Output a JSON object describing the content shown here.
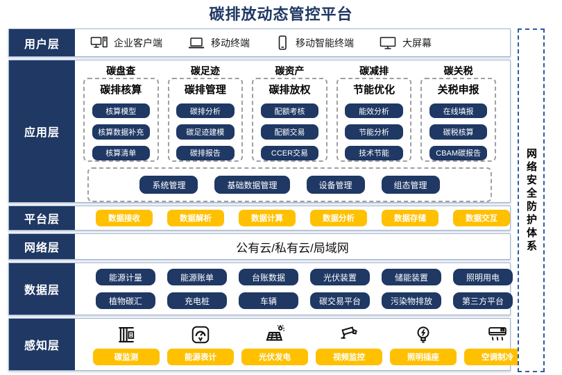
{
  "title": "碳排放动态管控平台",
  "colors": {
    "navy": "#1F3864",
    "gold": "#FFC000",
    "row_border": "#9FB4D2",
    "side_dash": "#2E5A9E"
  },
  "layers": {
    "user": {
      "label": "用户层",
      "items": [
        {
          "icon": "desktop-client-icon",
          "label": "企业客户端"
        },
        {
          "icon": "laptop-icon",
          "label": "移动终端"
        },
        {
          "icon": "smartphone-icon",
          "label": "移动智能终端"
        },
        {
          "icon": "big-screen-icon",
          "label": "大屏幕"
        }
      ]
    },
    "app": {
      "label": "应用层",
      "groups": [
        {
          "header": "碳盘查",
          "subheader": "碳排核算",
          "buttons": [
            "核算模型",
            "核算数据补充",
            "核算清单"
          ]
        },
        {
          "header": "碳足迹",
          "subheader": "碳排管理",
          "buttons": [
            "碳排分析",
            "碳足迹建模",
            "碳排报告"
          ]
        },
        {
          "header": "碳资产",
          "subheader": "碳排放权",
          "buttons": [
            "配额考核",
            "配额交易",
            "CCER交易"
          ]
        },
        {
          "header": "碳减排",
          "subheader": "节能优化",
          "buttons": [
            "能效分析",
            "节能分析",
            "技术节能"
          ]
        },
        {
          "header": "碳关税",
          "subheader": "关税申报",
          "buttons": [
            "在线填报",
            "碳税核算",
            "CBAM碳报告"
          ]
        }
      ],
      "common": [
        "系统管理",
        "基础数据管理",
        "设备管理",
        "组态管理"
      ]
    },
    "platform": {
      "label": "平台层",
      "buttons": [
        "数据接收",
        "数据解析",
        "数据计算",
        "数据分析",
        "数据存储",
        "数据交互"
      ]
    },
    "network": {
      "label": "网络层",
      "text": "公有云/私有云/局域网"
    },
    "data": {
      "label": "数据层",
      "rows": [
        [
          "能源计量",
          "能源账单",
          "台账数据",
          "光伏装置",
          "储能装置",
          "照明用电"
        ],
        [
          "植物碳汇",
          "充电桩",
          "车辆",
          "碳交易平台",
          "污染物排放",
          "第三方平台"
        ]
      ]
    },
    "perception": {
      "label": "感知层",
      "items": [
        {
          "icon": "carbon-monitor-icon",
          "label": "碳监测"
        },
        {
          "icon": "energy-meter-icon",
          "label": "能源表计"
        },
        {
          "icon": "solar-panel-icon",
          "label": "光伏发电"
        },
        {
          "icon": "cctv-camera-icon",
          "label": "视频监控"
        },
        {
          "icon": "light-bulb-icon",
          "label": "照明插座"
        },
        {
          "icon": "air-conditioner-icon",
          "label": "空调制冷"
        }
      ]
    }
  },
  "side_panel": {
    "text": "网络安全防护体系"
  }
}
